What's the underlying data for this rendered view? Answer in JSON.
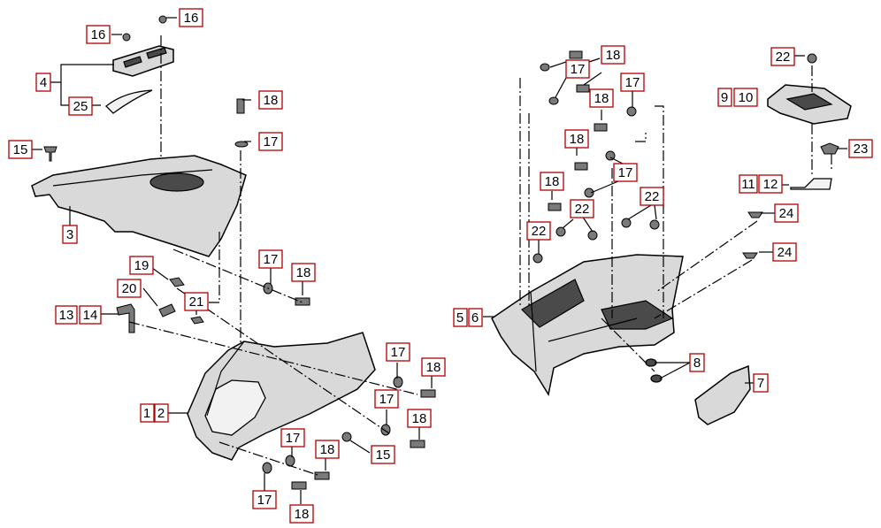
{
  "labels": {
    "c16a": "16",
    "c16b": "16",
    "c4": "4",
    "c25": "25",
    "c18a": "18",
    "c17a": "17",
    "c15a": "15",
    "c3": "3",
    "c19": "19",
    "c20": "20",
    "c21": "21",
    "c13": "13",
    "c14": "14",
    "c17b": "17",
    "c18b": "18",
    "c1": "1",
    "c2": "2",
    "c17c": "17",
    "c18c": "18",
    "c17d": "17",
    "c18d": "18",
    "c17e": "17",
    "c18e": "18",
    "c15b": "15",
    "c17f": "17",
    "c18f": "18",
    "c18g": "18",
    "c17g": "17",
    "c18h": "18",
    "c17h": "17",
    "c18i": "18",
    "c17i": "17",
    "c18j": "18",
    "c22a": "22",
    "c22b": "22",
    "c22c": "22",
    "c5": "5",
    "c6": "6",
    "c22d": "22",
    "c9": "9",
    "c10": "10",
    "c23": "23",
    "c11": "11",
    "c12": "12",
    "c24a": "24",
    "c24b": "24",
    "c8": "8",
    "c7": "7"
  },
  "colors": {
    "callout_border": "#b00000",
    "line": "#000000",
    "part_fill": "#d9d9d9"
  }
}
